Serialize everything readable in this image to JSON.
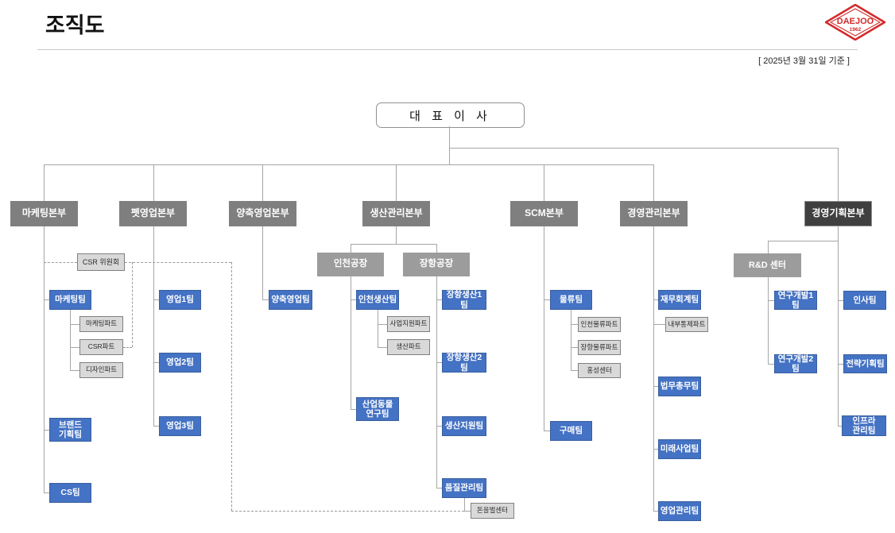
{
  "header": {
    "title": "조직도",
    "date_note": "[ 2025년 3월 31일 기준 ]",
    "logo": {
      "brand": "DAEJOO",
      "year": "1962"
    }
  },
  "colors": {
    "team_blue": "#4472C4",
    "division_gray": "#7F7F7F",
    "division_dark": "#404040",
    "plant_gray": "#9C9C9C",
    "part_gray": "#D9D9D9",
    "line_gray": "#A6A6A6",
    "logo_red": "#D22B2B"
  },
  "ceo": {
    "label": "대 표 이 사"
  },
  "org": {
    "marketing": {
      "division": "마케팅본부",
      "csr_committee": "CSR 위원회",
      "marketing_team": "마케팅팀",
      "marketing_part": "마케팅파트",
      "csr_part": "CSR파트",
      "design_part": "디자인파트",
      "brand_planning_team": "브랜드\n기획팀",
      "cs_team": "CS팀"
    },
    "pet_sales": {
      "division": "펫영업본부",
      "sales1_team": "영업1팀",
      "sales2_team": "영업2팀",
      "sales3_team": "영업3팀"
    },
    "livestock_sales": {
      "division": "양축영업본부",
      "livestock_sales_team": "양축영업팀"
    },
    "production": {
      "division": "생산관리본부",
      "incheon_plant": "인천공장",
      "janghang_plant": "장항공장",
      "incheon_production_team": "인천생산팀",
      "business_support_part": "사업지원파트",
      "production_part": "생산파트",
      "industrial_animal_research_team": "산업동물\n연구팀",
      "janghang_production1_team": "장항생산1팀",
      "janghang_production2_team": "장항생산2팀",
      "production_support_team": "생산지원팀",
      "quality_control_team": "품질관리팀",
      "quality_sub_center": "돈을벌센터"
    },
    "scm": {
      "division": "SCM본부",
      "logistics_team": "물류팀",
      "incheon_logistics_part": "인천물류파트",
      "janghang_logistics_part": "장항물류파트",
      "hongseong_center": "홍성센터",
      "purchasing_team": "구매팀"
    },
    "management": {
      "division": "경영관리본부",
      "finance_accounting_team": "재무회계팀",
      "internal_control_part": "내부통제파트",
      "legal_general_affairs_team": "법무총무팀",
      "future_business_team": "미래사업팀",
      "sales_management_team": "영업관리팀"
    },
    "planning": {
      "division": "경영기획본부",
      "rnd_center": "R&D 센터",
      "rnd1_team": "연구개발1팀",
      "rnd2_team": "연구개발2팀",
      "hr_team": "인사팀",
      "strategy_planning_team": "전략기획팀",
      "infra_management_team": "인프라\n관리팀"
    }
  }
}
